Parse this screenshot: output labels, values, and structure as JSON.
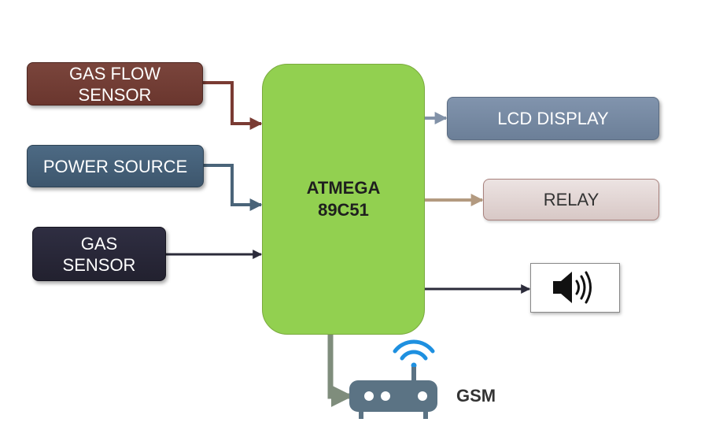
{
  "blocks": {
    "gas_flow_sensor": "GAS FLOW SENSOR",
    "power_source": "POWER SOURCE",
    "gas_sensor": "GAS SENSOR",
    "mcu_line1": "ATMEGA",
    "mcu_line2": "89C51",
    "lcd_display": "LCD DISPLAY",
    "relay": "RELAY",
    "gsm": "GSM"
  },
  "icons": {
    "speaker": "speaker-icon",
    "router": "router-icon",
    "wifi": "wifi-icon"
  },
  "colors": {
    "mcu": "#92d050",
    "gas_flow_arrow": "#7a3b33",
    "power_arrow": "#4a6479",
    "gas_sensor_arrow": "#2b2b3a",
    "lcd_arrow": "#8292a8",
    "relay_arrow": "#b39a80",
    "speaker_arrow": "#2b2b3a",
    "gsm_arrow": "#7f8d7c",
    "wifi": "#1e90e0",
    "router": "#5b7384"
  }
}
